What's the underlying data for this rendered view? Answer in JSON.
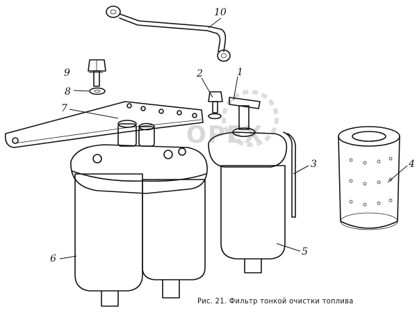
{
  "caption": "Рис. 21. Фильтр тонкой очистки топлива",
  "watermark": "OPEX",
  "labels": {
    "l1": "1",
    "l2": "2",
    "l3": "3",
    "l4": "4",
    "l5": "5",
    "l6": "6",
    "l7": "7",
    "l8": "8",
    "l9": "9",
    "l10": "10"
  },
  "colors": {
    "ink": "#111111",
    "paper": "#ffffff"
  }
}
